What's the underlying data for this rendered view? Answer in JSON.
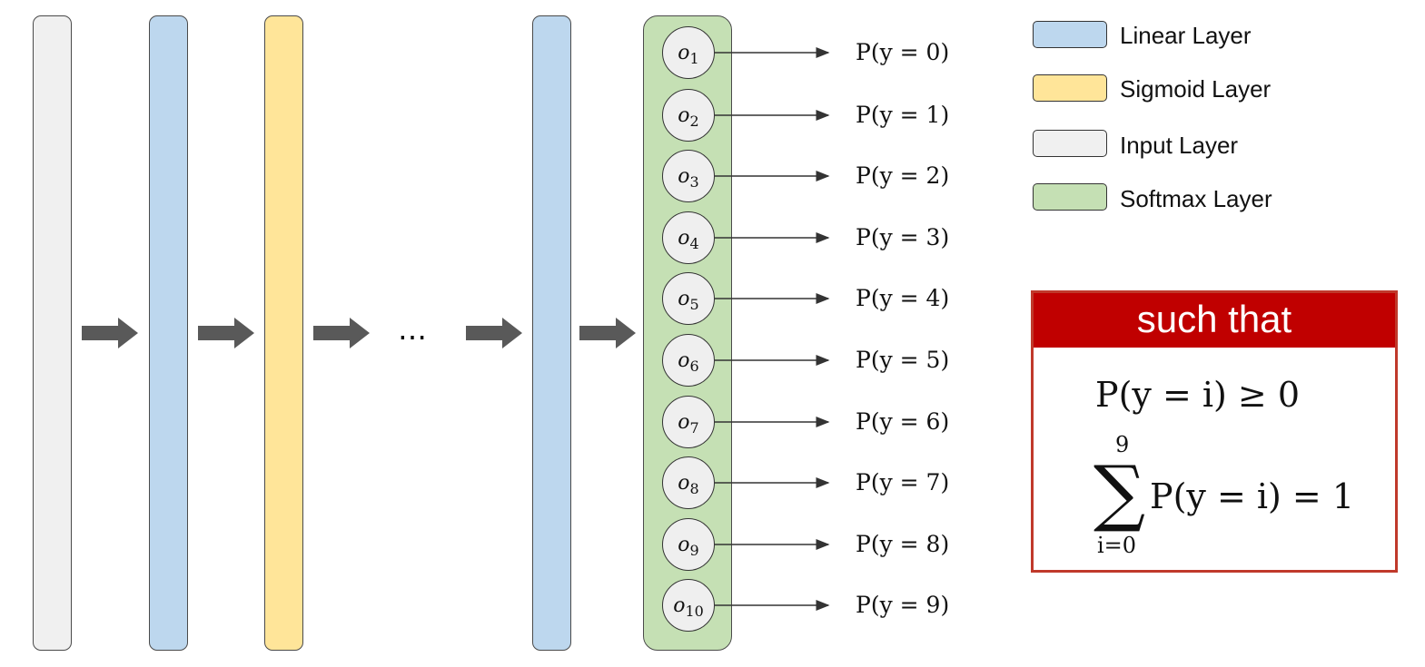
{
  "colors": {
    "input": "#f0f0f0",
    "linear": "#bdd7ee",
    "sigmoid": "#ffe599",
    "softmax": "#c5e0b4",
    "header": "#c00000",
    "border": "#c0392b"
  },
  "ellipsis": "…",
  "nodes": [
    {
      "base": "o",
      "sub": "1"
    },
    {
      "base": "o",
      "sub": "2"
    },
    {
      "base": "o",
      "sub": "3"
    },
    {
      "base": "o",
      "sub": "4"
    },
    {
      "base": "o",
      "sub": "5"
    },
    {
      "base": "o",
      "sub": "6"
    },
    {
      "base": "o",
      "sub": "7"
    },
    {
      "base": "o",
      "sub": "8"
    },
    {
      "base": "o",
      "sub": "9"
    },
    {
      "base": "o",
      "sub": "10"
    }
  ],
  "outputs": [
    "P(y = 0)",
    "P(y = 1)",
    "P(y = 2)",
    "P(y = 3)",
    "P(y = 4)",
    "P(y = 5)",
    "P(y = 6)",
    "P(y = 7)",
    "P(y = 8)",
    "P(y = 9)"
  ],
  "legend": [
    {
      "label": "Linear Layer",
      "color_key": "linear"
    },
    {
      "label": "Sigmoid Layer",
      "color_key": "sigmoid"
    },
    {
      "label": "Input Layer",
      "color_key": "input"
    },
    {
      "label": "Softmax Layer",
      "color_key": "softmax"
    }
  ],
  "constraint": {
    "title": "such that",
    "line1": "P(y = i) ≥ 0",
    "sum_upper": "9",
    "sum_symbol": "∑",
    "sum_lower": "i=0",
    "line2": "P(y = i) = 1"
  }
}
